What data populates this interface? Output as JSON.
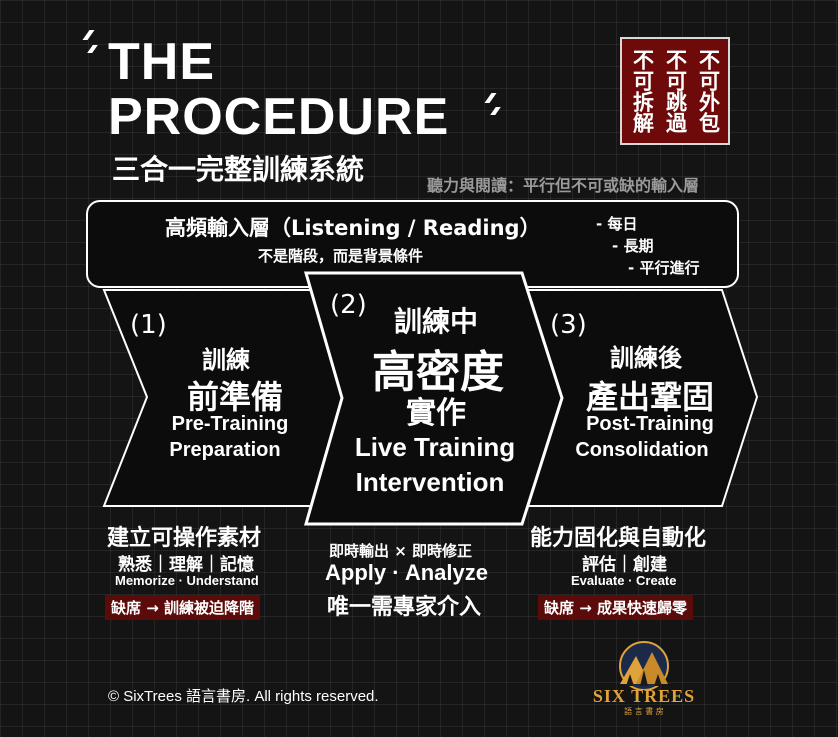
{
  "header": {
    "title_line1": "THE",
    "title_line2": "PROCEDURE",
    "subtitle": "三合一完整訓練系統",
    "note": "聽力與閱讀：平行但不可或缺的輸入層"
  },
  "stamp": {
    "columns": [
      "不可拆解",
      "不可跳過",
      "不可外包"
    ]
  },
  "input_layer": {
    "title": "高頻輸入層（Listening / Reading）",
    "subtitle": "不是階段，而是背景條件",
    "items": [
      "- 每日",
      "- 長期",
      "- 平行進行"
    ]
  },
  "stages": [
    {
      "number": "(1)",
      "label_small": "訓練",
      "label_main": "前準備",
      "en_line1": "Pre-Training",
      "en_line2": "Preparation",
      "detail_title": "建立可操作素材",
      "detail_zh": "熟悉｜理解｜記憶",
      "detail_en": "Memorize · Understand",
      "warning": "缺席 → 訓練被迫降階"
    },
    {
      "number": "(2)",
      "label_small": "訓練中",
      "label_main": "高密度",
      "label_extra": "實作",
      "en_line1": "Live Training",
      "en_line2": "Intervention",
      "detail_title": "即時輸出 × 即時修正",
      "detail_en": "Apply · Analyze",
      "detail_zh": "唯一需專家介入"
    },
    {
      "number": "(3)",
      "label_small": "訓練後",
      "label_main": "產出鞏固",
      "en_line1": "Post-Training",
      "en_line2": "Consolidation",
      "detail_title": "能力固化與自動化",
      "detail_zh": "評估｜創建",
      "detail_en": "Evaluate · Create",
      "warning": "缺席 → 成果快速歸零"
    }
  ],
  "footer": {
    "copyright": "© SixTrees 語言書房. All rights reserved.",
    "logo_text": "SIX TREES",
    "logo_sub": "語 言 書 房"
  },
  "colors": {
    "background": "#141414",
    "accent_red": "#6e0a0a",
    "gold": "#e0a23a"
  }
}
